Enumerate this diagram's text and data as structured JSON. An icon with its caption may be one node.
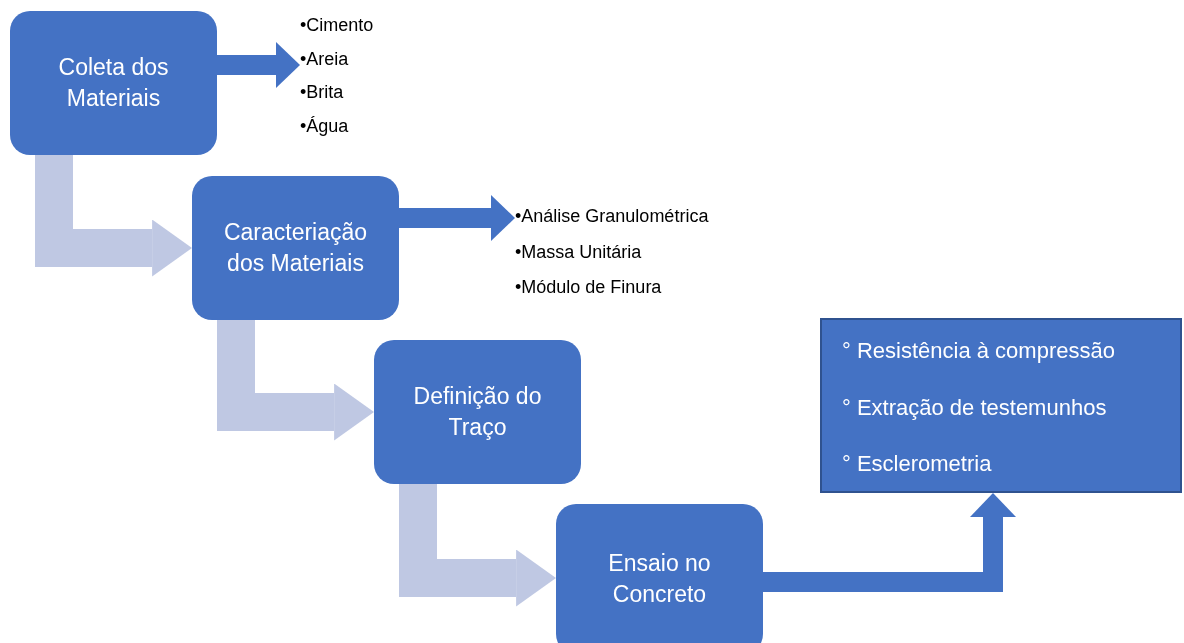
{
  "diagram": {
    "nodes": [
      {
        "text": [
          "Coleta dos Materiais"
        ]
      },
      {
        "text": [
          "•Cimento",
          "•Areia",
          "•Brita",
          "•Água"
        ]
      },
      {
        "text": [
          "Caracteriação dos Materiais"
        ]
      },
      {
        "text": [
          "•Análise Granulométrica",
          "•Massa Unitária",
          "•Módulo de Finura"
        ]
      },
      {
        "text": [
          "Definição do Traço"
        ]
      },
      {
        "text": [
          "Ensaio no Concreto"
        ]
      },
      {
        "text": [
          "° Resistência à compressão",
          "° Extração de testemunhos",
          "° Esclerometria"
        ]
      }
    ],
    "edges": [
      {
        "from": 0,
        "to": 1,
        "arrow": "to"
      },
      {
        "from": 0,
        "to": 2,
        "arrow": "to",
        "style": "thick",
        "color": "#bfc8e3"
      },
      {
        "from": 2,
        "to": 3,
        "arrow": "to"
      },
      {
        "from": 2,
        "to": 4,
        "arrow": "to",
        "style": "thick",
        "color": "#bfc8e3"
      },
      {
        "from": 4,
        "to": 5,
        "arrow": "to",
        "style": "thick",
        "color": "#bfc8e3"
      },
      {
        "from": 5,
        "to": 6,
        "arrow": "to"
      }
    ]
  }
}
